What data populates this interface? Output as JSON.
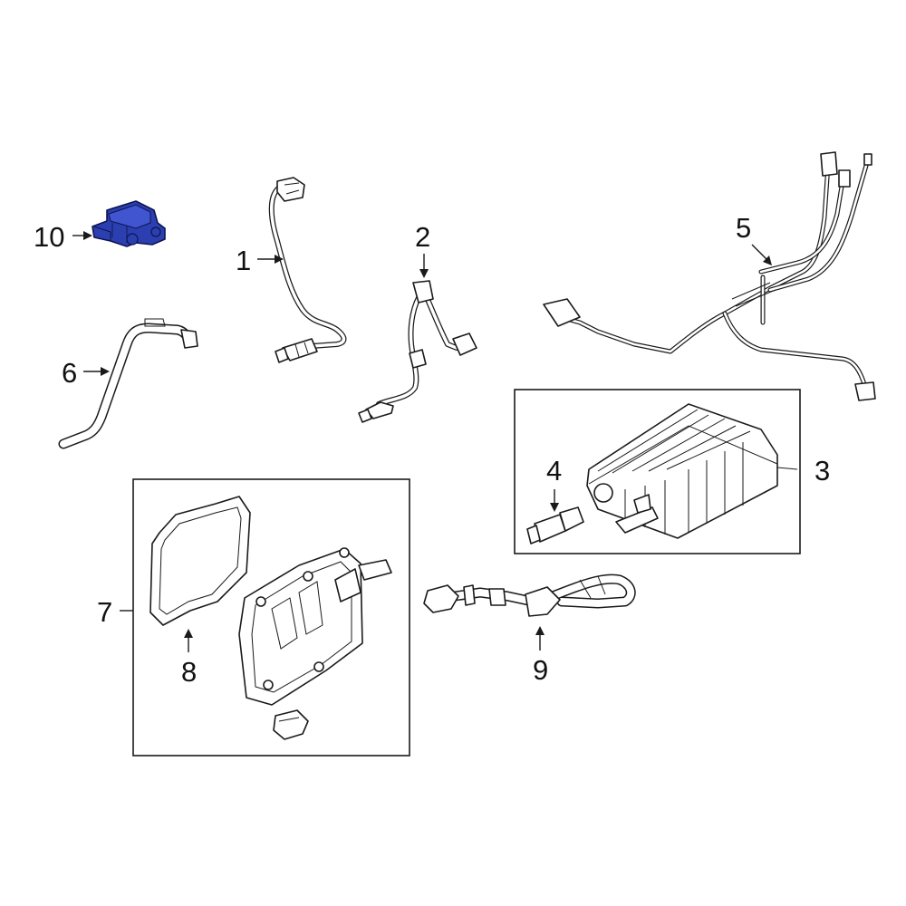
{
  "diagram": {
    "highlight_color": "#2c3fb0",
    "line_color": "#1a1a1a",
    "background": "#ffffff",
    "callouts": {
      "c1": "1",
      "c2": "2",
      "c3": "3",
      "c4": "4",
      "c5": "5",
      "c6": "6",
      "c7": "7",
      "c8": "8",
      "c9": "9",
      "c10": "10"
    }
  }
}
